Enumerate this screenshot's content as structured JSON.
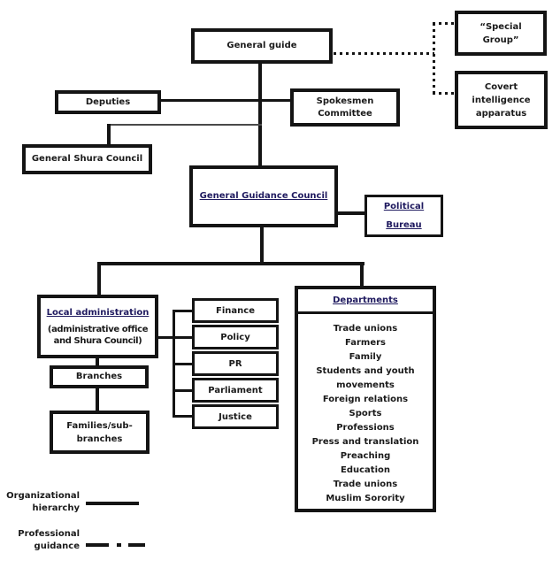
{
  "colors": {
    "line": "#141414",
    "link_blue": "#1f1a5f"
  },
  "nodes": {
    "general_guide": "General guide",
    "special_group": "“Special Group”",
    "covert_intelligence": "Covert intelligence apparatus",
    "deputies": "Deputies",
    "spokesmen_committee": "Spokesmen Committee",
    "general_shura_council": "General Shura Council",
    "general_guidance_council": "General Guidance Council",
    "political_bureau": "Political Bureau",
    "local_administration": {
      "title": "Local administration",
      "subtitle": "(administrative office and Shura Council)"
    },
    "branches": "Branches",
    "families_sub_branches": "Families/sub-branches",
    "committees": [
      "Finance",
      "Policy",
      "PR",
      "Parliament",
      "Justice"
    ],
    "departments": {
      "title": "Departments",
      "items": [
        "Trade unions",
        "Farmers",
        "Family",
        "Students and youth movements",
        "Foreign relations",
        "Sports",
        "Professions",
        "Press and translation",
        "Preaching",
        "Education",
        "Trade unions",
        "Muslim Sorority"
      ]
    }
  },
  "legend": {
    "organizational_label": "Organizational hierarchy",
    "professional_label": "Professional guidance"
  }
}
